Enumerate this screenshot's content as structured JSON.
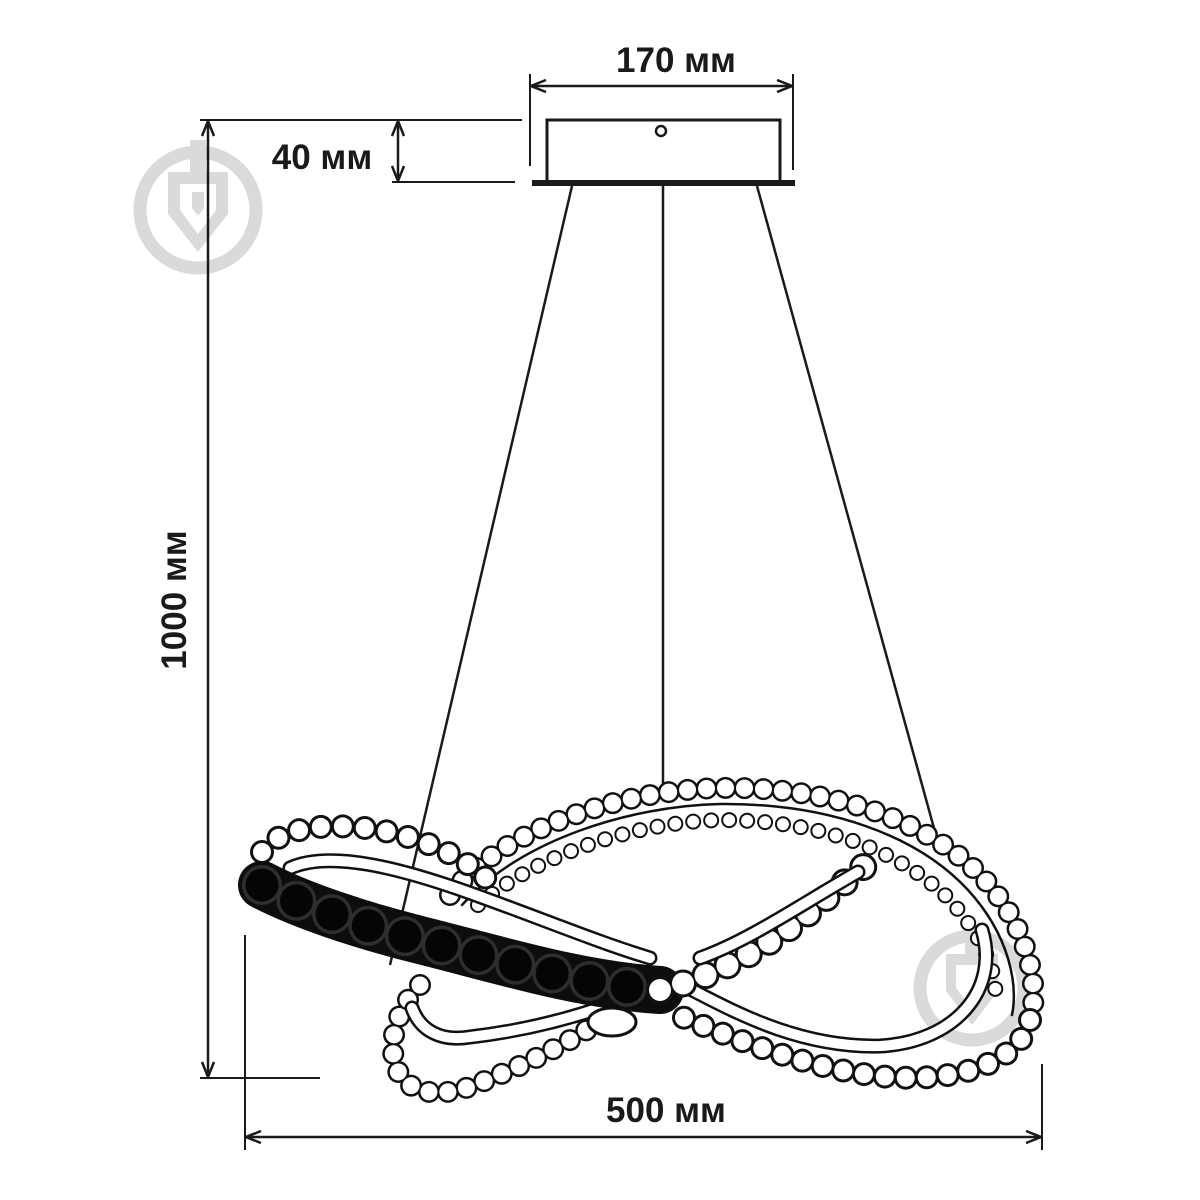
{
  "dimensions": {
    "canopy_width": "170 мм",
    "canopy_height": "40 мм",
    "total_height": "1000 мм",
    "ring_width": "500 мм"
  },
  "colors": {
    "line": "#1a1a1a",
    "watermark": "#dadada",
    "background": "#ffffff"
  },
  "icons": {
    "watermark": "store-logo-icon"
  }
}
